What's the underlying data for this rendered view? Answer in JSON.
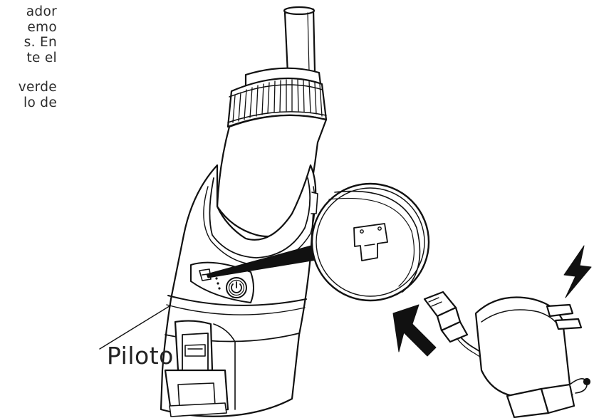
{
  "text_fragment": {
    "lines": [
      "ador",
      "emo",
      "s. En",
      "te el",
      "verde",
      "lo de"
    ]
  },
  "callout": {
    "label": "Piloto"
  },
  "colors": {
    "ink": "#111111",
    "background": "#ffffff"
  },
  "icons": [
    "power-icon",
    "charging-port-icon",
    "lightning-bolt-icon",
    "insert-arrow-icon"
  ]
}
